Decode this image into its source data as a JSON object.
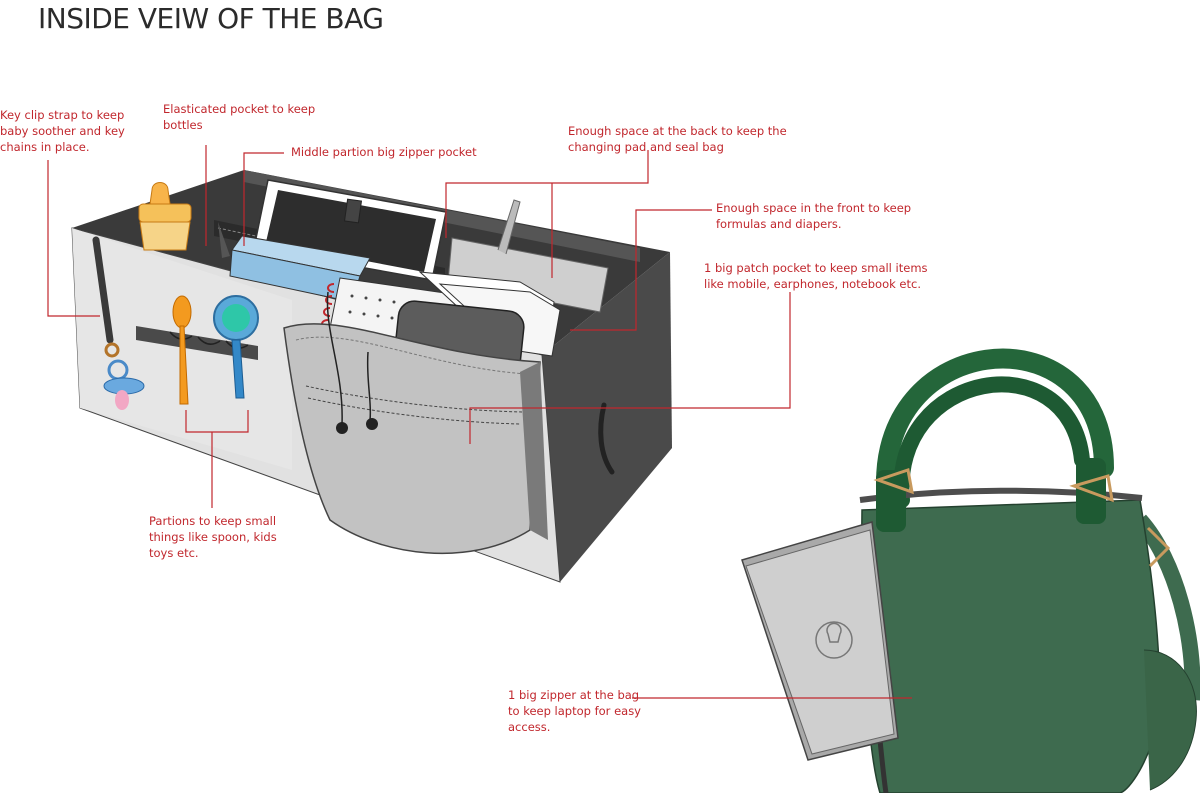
{
  "title": "INSIDE VEIW OF THE BAG",
  "colors": {
    "label_text": "#c1272d",
    "leader_line": "#c1272d",
    "bag_green": "#3e6b4f",
    "bag_dark_green": "#1e5a34",
    "organizer_panel": "#dedede",
    "organizer_dark": "#3d3d3d"
  },
  "callouts": {
    "key_clip": "Key clip strap to keep\nbaby soother and key\nchains in place.",
    "elastic_pocket": "Elasticated pocket to keep\nbottles",
    "middle_pocket": "Middle partion big zipper pocket",
    "back_space": "Enough space at the back to keep the\nchanging pad and seal bag",
    "front_space": "Enough space in the front to keep\nformulas and diapers.",
    "patch_pocket": "1 big patch pocket to keep small items\nlike mobile, earphones, notebook etc.",
    "partitions": "Partions to keep small\nthings like spoon, kids\ntoys etc.",
    "laptop_zipper": "1 big zipper at the bag\nto keep laptop for easy\naccess."
  },
  "icons": [
    "feeding-bottle-icon",
    "spoon-icon",
    "rattle-toy-icon",
    "pacifier-icon",
    "earphones-icon",
    "laptop-icon",
    "notebook-icon",
    "phone-icon",
    "lightbulb-logo-icon"
  ]
}
